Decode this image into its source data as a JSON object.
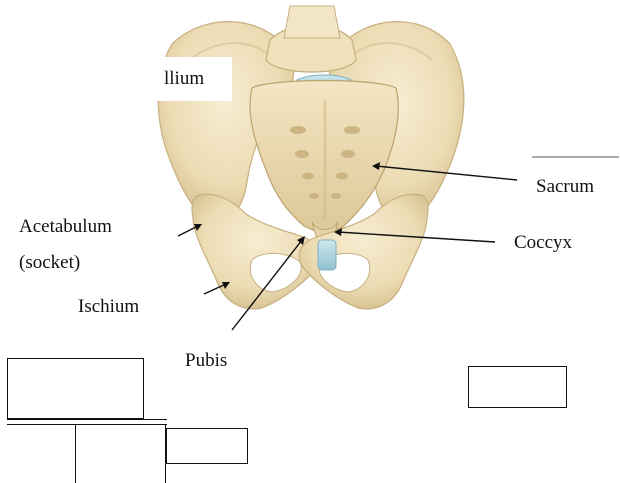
{
  "labels": {
    "ilium": "llium",
    "sacrum": "Sacrum",
    "acetabulum_line1": "Acetabulum",
    "acetabulum_line2": "(socket)",
    "coccyx": "Coccyx",
    "ischium": "Ischium",
    "pubis": "Pubis"
  },
  "colors": {
    "bone": "#f1e4c4",
    "bone_shadow": "#d9c79d",
    "bone_dark": "#c4ad7c",
    "cartilage": "#a9d3dd",
    "label_text": "#111111",
    "leader_line": "#111111",
    "background": "#ffffff"
  }
}
